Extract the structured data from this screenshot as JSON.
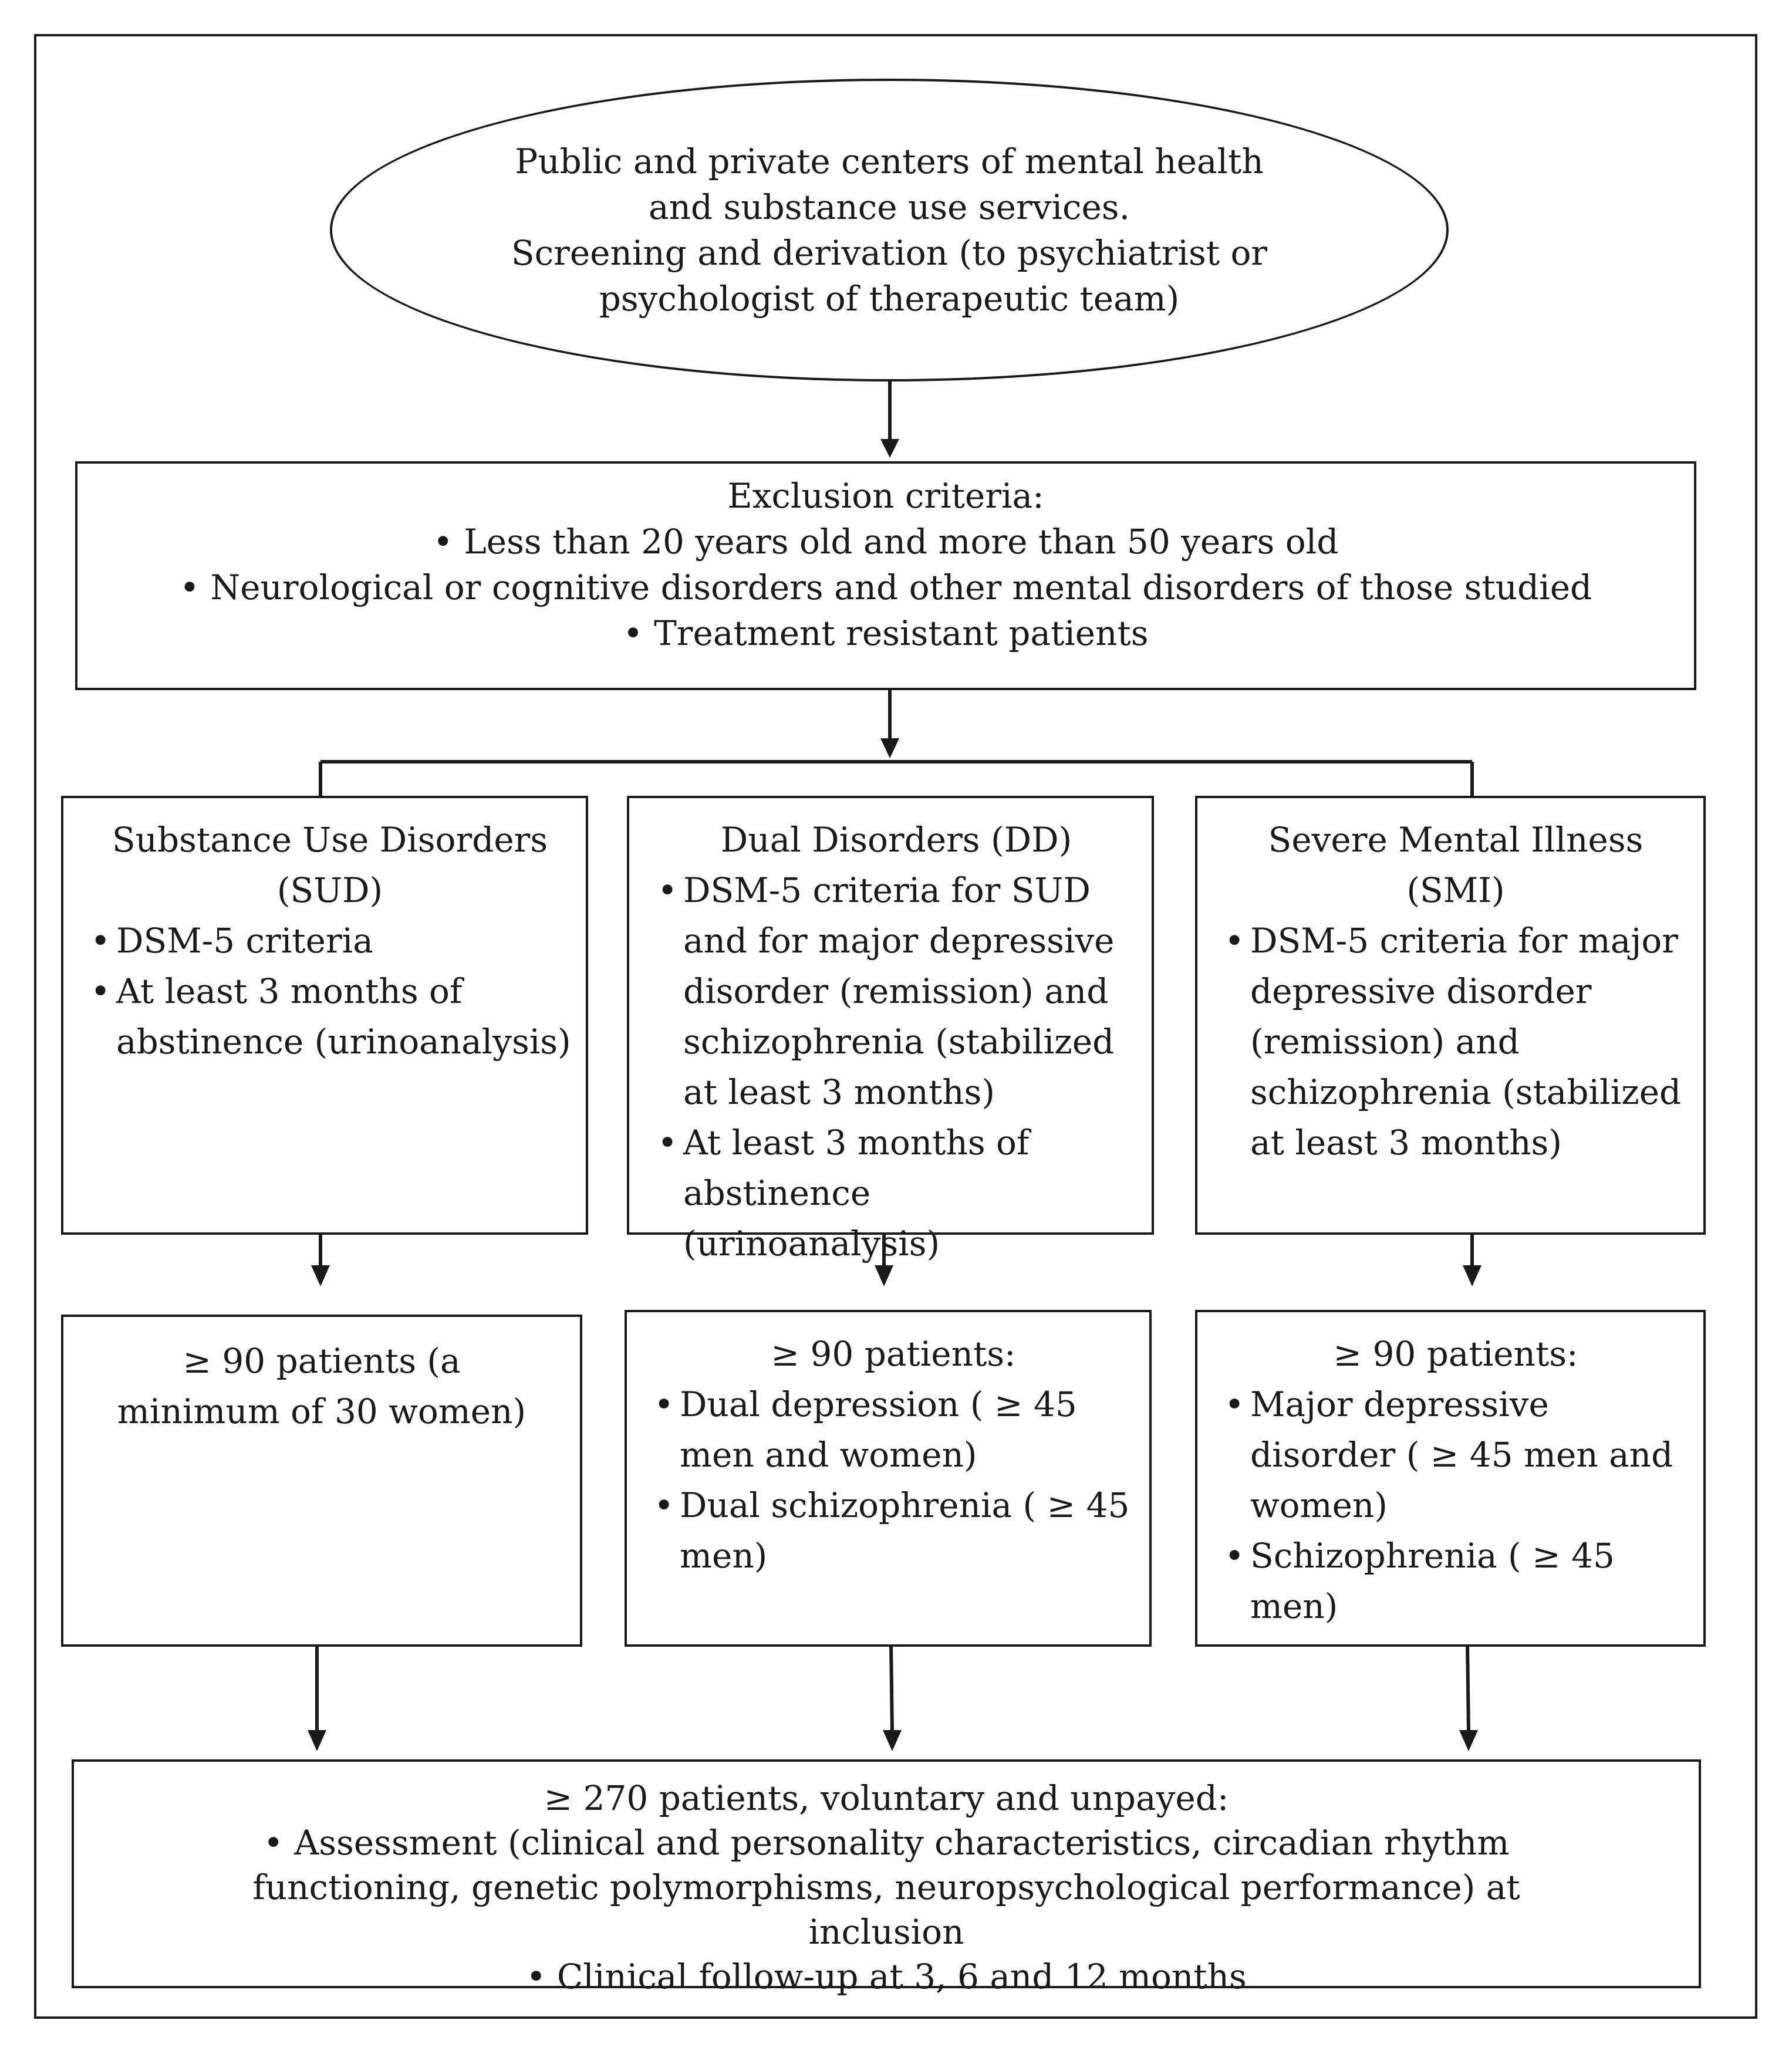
{
  "start": {
    "lines": [
      "Public and private centers of mental health",
      "and substance use services.",
      "Screening and derivation (to psychiatrist or",
      "psychologist of therapeutic team)"
    ]
  },
  "exclusion": {
    "title": "Exclusion criteria:",
    "items": [
      "Less than 20 years old and more than 50 years old",
      "Neurological or cognitive disorders and other mental disorders of those studied",
      "Treatment resistant patients"
    ]
  },
  "groups": [
    {
      "title": "Substance Use Disorders (SUD)",
      "items": [
        "DSM-5 criteria",
        "At least 3 months of abstinence (urinoanalysis)"
      ]
    },
    {
      "title": "Dual Disorders (DD)",
      "items": [
        "DSM-5 criteria for SUD and for major depressive disorder (remission) and schizophrenia (stabilized at least 3 months)",
        "At least 3 months of abstinence (urinoanalysis)"
      ]
    },
    {
      "title": "Severe Mental Illness (SMI)",
      "items": [
        "DSM-5 criteria for major depressive disorder (remission) and schizophrenia (stabilized at least 3 months)"
      ]
    }
  ],
  "samples": [
    {
      "title": "≥ 90 patients (a minimum of 30 women)",
      "items": []
    },
    {
      "title": "≥ 90 patients:",
      "items": [
        "Dual depression ( ≥ 45 men and women)",
        "Dual schizophrenia ( ≥ 45 men)"
      ]
    },
    {
      "title": "≥ 90 patients:",
      "items": [
        "Major depressive disorder ( ≥ 45 men and women)",
        "Schizophrenia ( ≥ 45 men)"
      ]
    }
  ],
  "final": {
    "title": "≥ 270 patients, voluntary and unpayed:",
    "items": [
      "Assessment (clinical and personality characteristics, circadian rhythm functioning, genetic polymorphisms, neuropsychological performance) at inclusion",
      "Clinical follow-up at 3, 6 and 12 months"
    ]
  }
}
